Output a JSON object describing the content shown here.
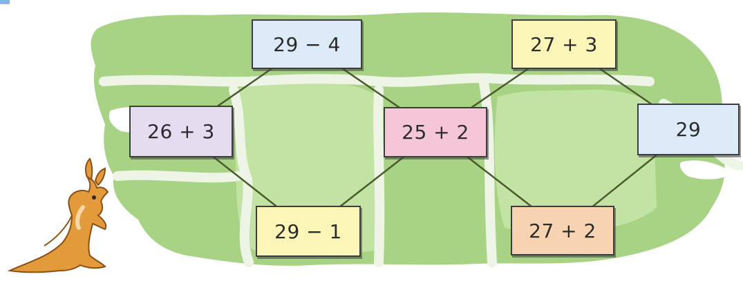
{
  "boxes": [
    {
      "id": "b1",
      "label": "29 − 4",
      "color": "#dcebf7"
    },
    {
      "id": "b2",
      "label": "27 + 3",
      "color": "#fbf6b8"
    },
    {
      "id": "b3",
      "label": "26 + 3",
      "color": "#e6dcef"
    },
    {
      "id": "b4",
      "label": "25 + 2",
      "color": "#f4c6d8"
    },
    {
      "id": "b5",
      "label": "29",
      "color": "#dcebf7"
    },
    {
      "id": "b6",
      "label": "29 − 1",
      "color": "#fbf6b8"
    },
    {
      "id": "b7",
      "label": "27 + 2",
      "color": "#f7d3b2"
    }
  ],
  "connections": [
    [
      "b3",
      "b1"
    ],
    [
      "b3",
      "b6"
    ],
    [
      "b1",
      "b4"
    ],
    [
      "b6",
      "b4"
    ],
    [
      "b4",
      "b2"
    ],
    [
      "b4",
      "b7"
    ],
    [
      "b2",
      "b5"
    ],
    [
      "b7",
      "b5"
    ]
  ],
  "colors": {
    "land": "#a9d384",
    "land_light": "#c3e3a4",
    "path": "#eef5e6",
    "line": "#4a5a2e"
  },
  "decoration": {
    "character": "kangaroo-icon"
  }
}
